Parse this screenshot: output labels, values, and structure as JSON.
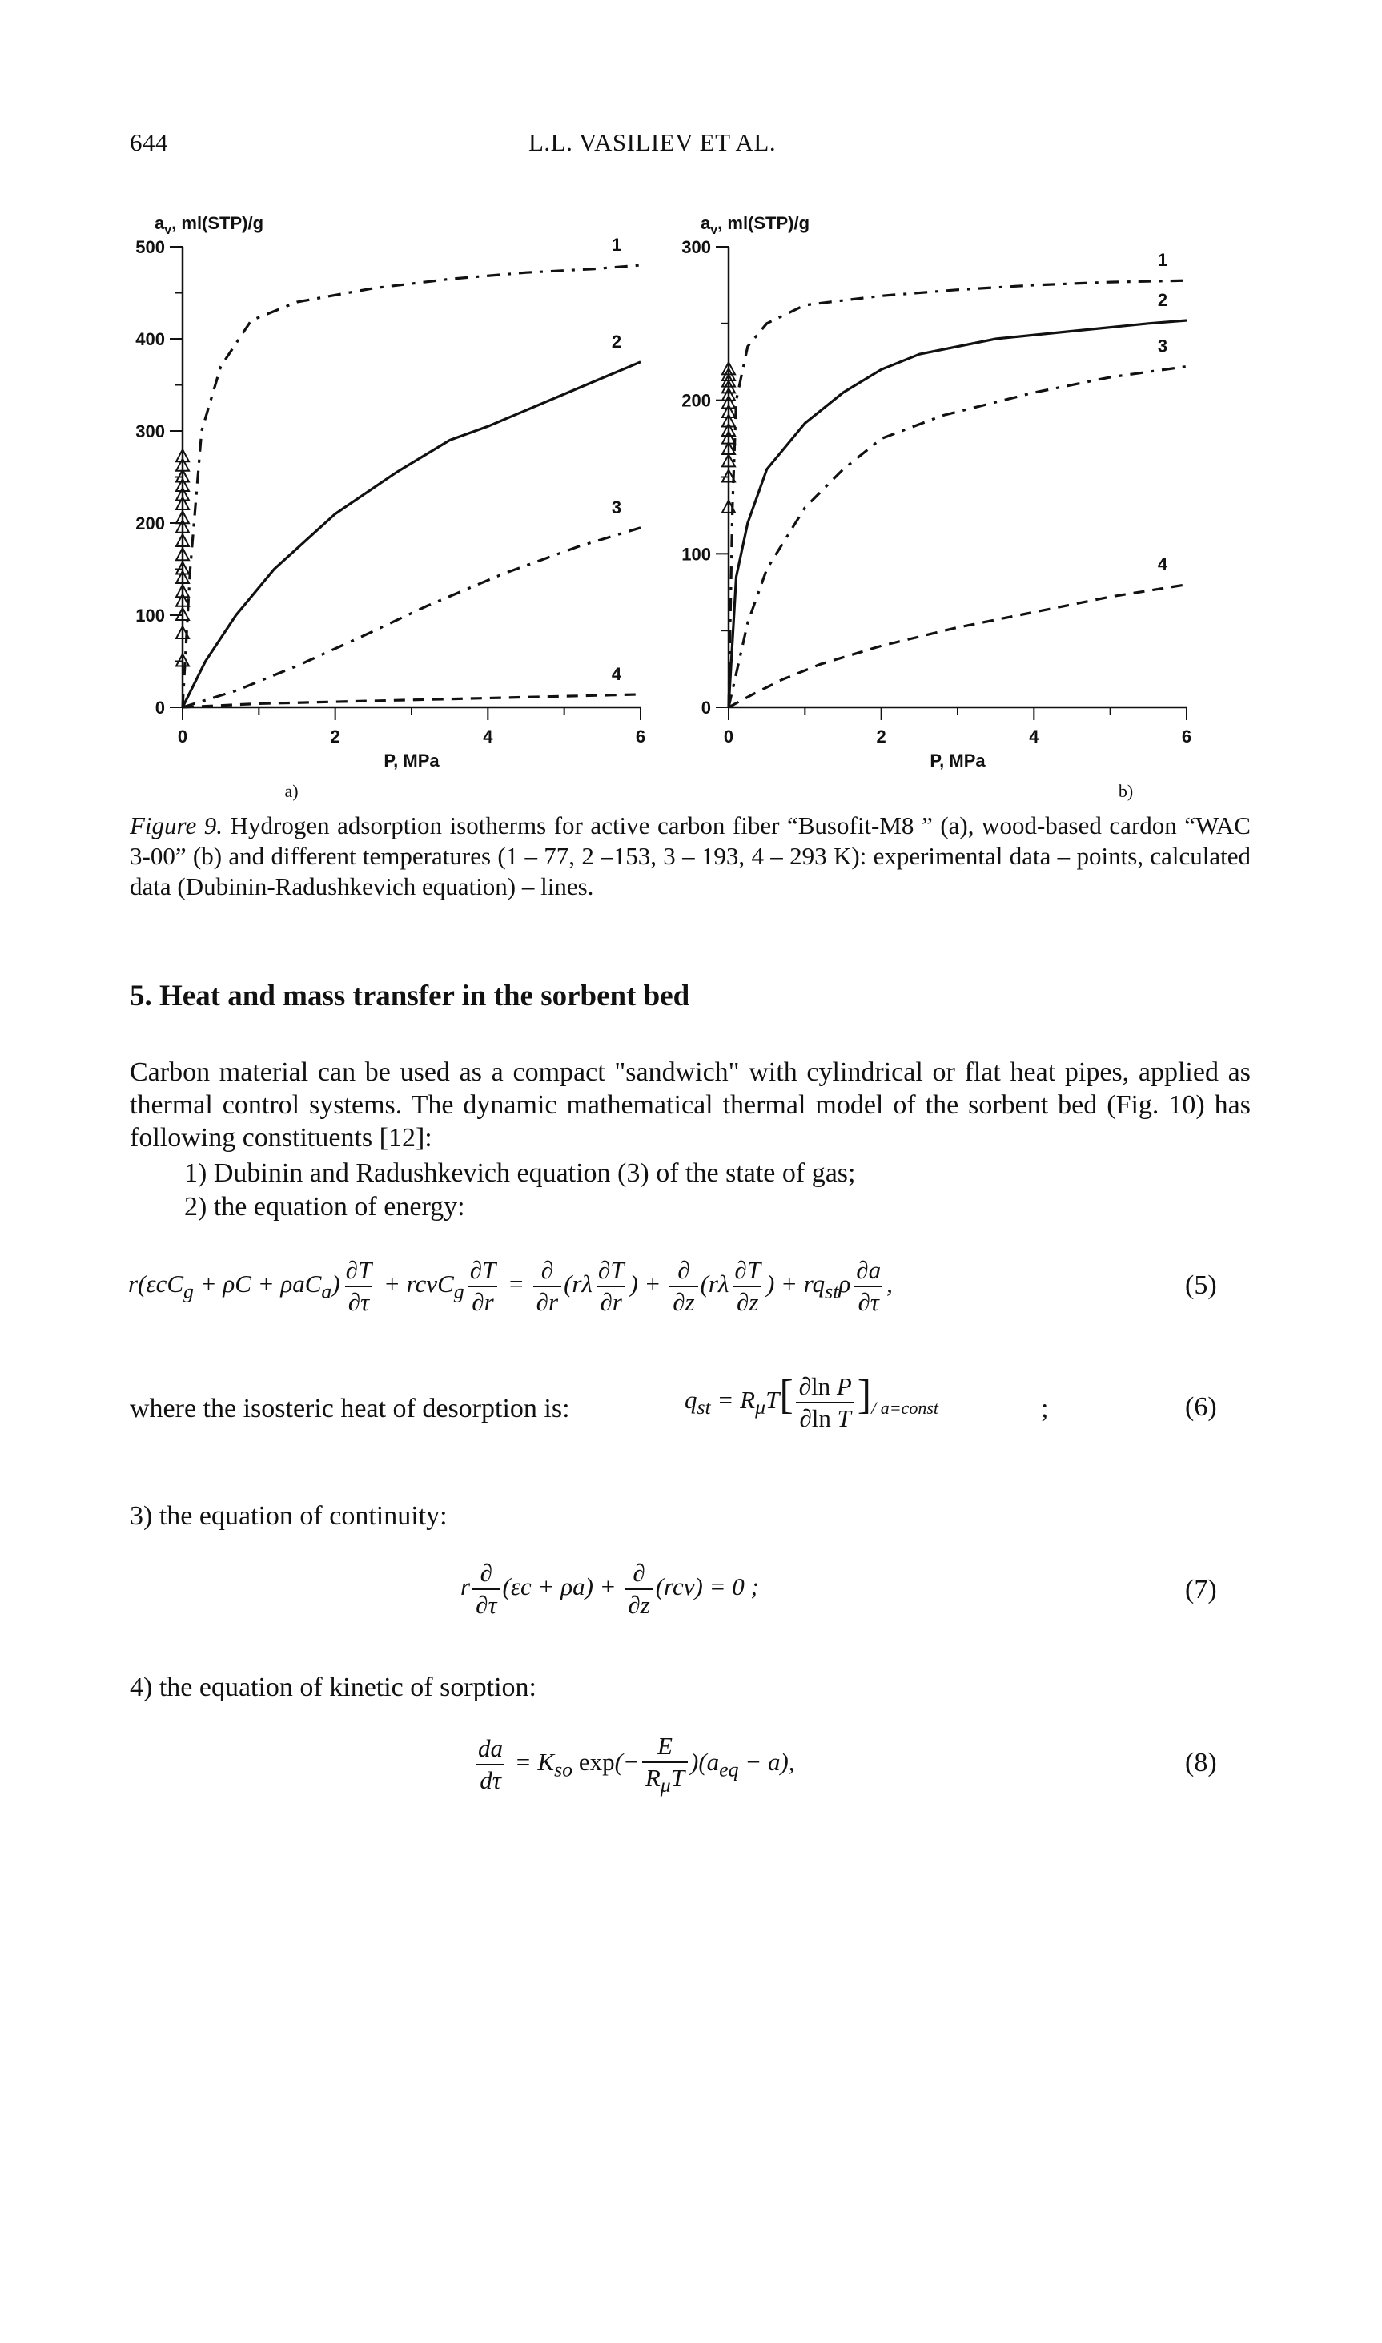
{
  "header": {
    "page_number": "644",
    "running_title": "L.L. VASILIEV ET AL."
  },
  "figure": {
    "caption_label": "Figure 9.",
    "caption_text": " Hydrogen adsorption isotherms for active carbon fiber “Busofit-M8 ” (a), wood-based cardon “WAC 3-00” (b) and different temperatures (1 – 77, 2 –153, 3 – 193, 4 – 293 K): experimental data – points, calculated data (Dubinin-Radushkevich equation) – lines.",
    "panel_a_label": "a)",
    "panel_b_label": "b)"
  },
  "chart_data": [
    {
      "type": "line",
      "panel": "a)",
      "ylabel": "a_v, ml(STP)/g",
      "xlabel": "P, MPa",
      "xlim": [
        0,
        6
      ],
      "ylim": [
        0,
        500
      ],
      "xticks": [
        0,
        2,
        4,
        6
      ],
      "yticks": [
        0,
        100,
        200,
        300,
        400,
        500
      ],
      "series": [
        {
          "name": "1",
          "style": "dash-dot",
          "x": [
            0,
            0.1,
            0.25,
            0.5,
            0.9,
            1.5,
            2.5,
            3.5,
            4.5,
            5.4,
            6
          ],
          "y": [
            0,
            150,
            300,
            370,
            420,
            440,
            455,
            465,
            472,
            476,
            480
          ]
        },
        {
          "name": "2",
          "style": "solid",
          "x": [
            0,
            0.3,
            0.7,
            1.2,
            2,
            2.8,
            3.5,
            4,
            5,
            6
          ],
          "y": [
            0,
            50,
            100,
            150,
            210,
            255,
            290,
            305,
            340,
            375
          ]
        },
        {
          "name": "3",
          "style": "dash-dot",
          "x": [
            0,
            0.7,
            1.5,
            2.3,
            3.2,
            4.2,
            5.2,
            6
          ],
          "y": [
            0,
            18,
            45,
            75,
            110,
            145,
            175,
            195
          ]
        },
        {
          "name": "4",
          "style": "dashed",
          "x": [
            0,
            0.5,
            1,
            2,
            3,
            4,
            5,
            6
          ],
          "y": [
            0,
            2,
            4,
            6,
            8,
            10,
            12,
            14
          ]
        }
      ],
      "points_label": "experimental data",
      "points": {
        "x": [
          0,
          0,
          0,
          0,
          0,
          0,
          0,
          0,
          0,
          0,
          0,
          0,
          0,
          0,
          0,
          0,
          0
        ],
        "y": [
          50,
          80,
          100,
          115,
          125,
          140,
          150,
          165,
          180,
          195,
          205,
          220,
          230,
          240,
          250,
          262,
          272
        ]
      }
    },
    {
      "type": "line",
      "panel": "b)",
      "ylabel": "a_v, ml(STP)/g",
      "xlabel": "P, MPa",
      "xlim": [
        0,
        6
      ],
      "ylim": [
        0,
        300
      ],
      "xticks": [
        0,
        2,
        4,
        6
      ],
      "yticks": [
        0,
        100,
        200,
        300
      ],
      "series": [
        {
          "name": "1",
          "style": "dash-dot",
          "x": [
            0,
            0.05,
            0.1,
            0.25,
            0.5,
            1,
            2,
            3,
            4,
            5,
            6
          ],
          "y": [
            0,
            130,
            200,
            235,
            250,
            262,
            268,
            272,
            275,
            277,
            278
          ]
        },
        {
          "name": "2",
          "style": "solid",
          "x": [
            0,
            0.1,
            0.25,
            0.5,
            1,
            1.5,
            2,
            2.5,
            3.5,
            4.5,
            5.5,
            6
          ],
          "y": [
            0,
            85,
            120,
            155,
            185,
            205,
            220,
            230,
            240,
            245,
            250,
            252
          ]
        },
        {
          "name": "3",
          "style": "dash-dot",
          "x": [
            0,
            0.25,
            0.5,
            1,
            1.5,
            2,
            2.8,
            4,
            5,
            6
          ],
          "y": [
            0,
            55,
            90,
            130,
            155,
            175,
            190,
            205,
            215,
            222
          ]
        },
        {
          "name": "4",
          "style": "dashed",
          "x": [
            0,
            0.3,
            0.7,
            1.2,
            2,
            3,
            4,
            5,
            6
          ],
          "y": [
            0,
            8,
            18,
            28,
            40,
            52,
            62,
            72,
            80
          ]
        }
      ],
      "points_label": "experimental data",
      "points": {
        "x": [
          0,
          0,
          0,
          0,
          0,
          0,
          0,
          0,
          0,
          0,
          0,
          0,
          0,
          0
        ],
        "y": [
          130,
          150,
          160,
          168,
          175,
          180,
          186,
          192,
          198,
          203,
          208,
          212,
          216,
          220
        ]
      }
    }
  ],
  "section": {
    "title": "5. Heat and mass transfer in the sorbent bed"
  },
  "body": {
    "intro": "Carbon material can be used as a compact \"sandwich\" with cylindrical or flat heat pipes, applied as thermal control systems. The dynamic mathematical thermal model of the sorbent bed (Fig. 10) has following constituents [12]:",
    "item1": "1)  Dubinin and Radushkevich equation (3) of the state of gas;",
    "item2": "2)  the equation of energy:",
    "isosteric_intro": "where the isosteric heat of desorption is:",
    "item3": "3) the equation of continuity:",
    "item4": "4) the equation of kinetic of sorption:"
  },
  "equations": {
    "eq5": "(5)",
    "eq6": "(6)",
    "eq7": "(7)",
    "eq8": "(8)"
  }
}
